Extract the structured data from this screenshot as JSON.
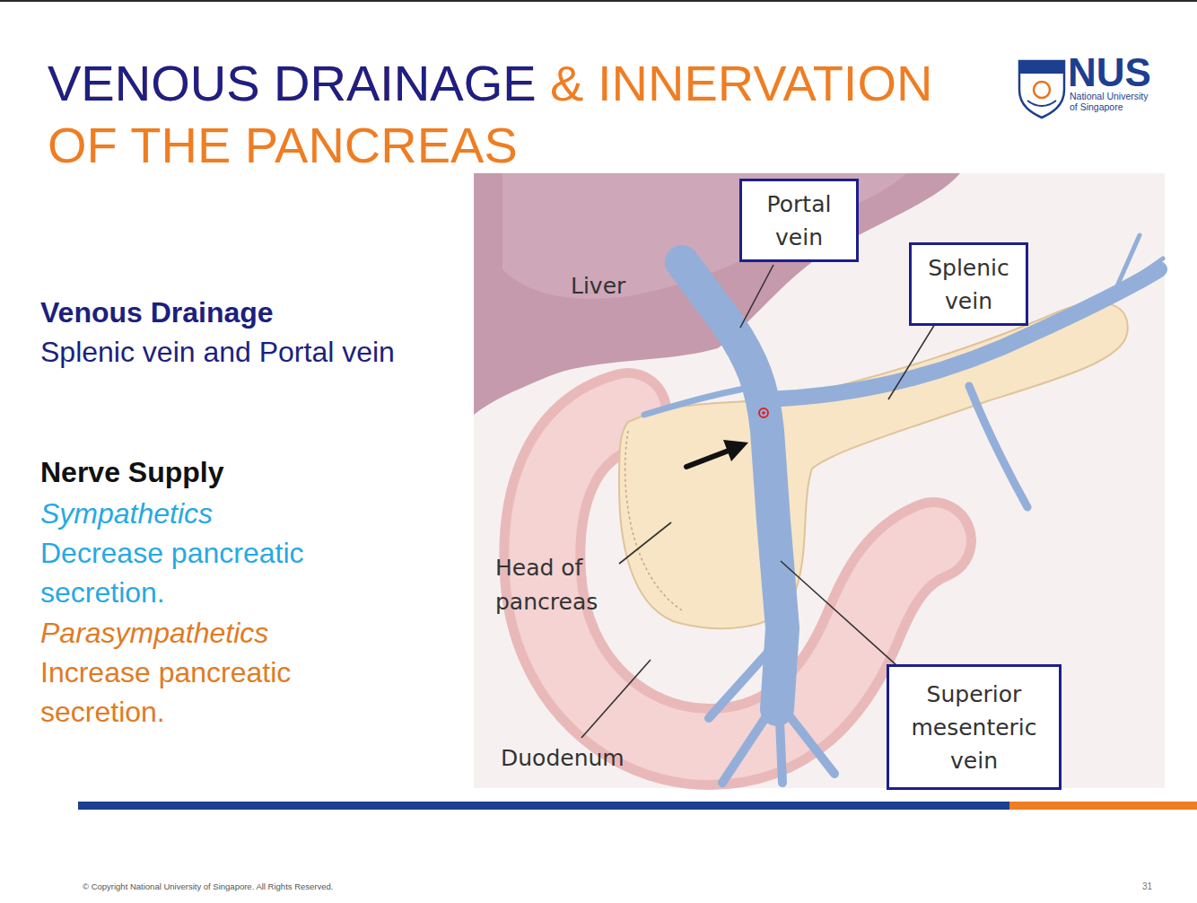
{
  "diagram": {
    "title": "VENOUS DRAINAGE & INNERVATION OF THE PANCREAS",
    "nodes": [
      {
        "text": [
          "Portal vein"
        ]
      },
      {
        "text": [
          "Splenic vein"
        ]
      },
      {
        "text": [
          "Superior mesenteric vein"
        ]
      }
    ],
    "labels": [
      "Venous Drainage",
      "Splenic vein and Portal vein",
      "Nerve Supply",
      "Sympathetics",
      "Decrease pancreatic secretion.",
      "Parasympathetics",
      "Increase pancreatic secretion.",
      "Liver",
      "Head of pancreas",
      "Duodenum",
      "NUS",
      "National University of Singapore",
      "© Copyright National University of Singapore. All Rights Reserved.",
      "31"
    ]
  }
}
